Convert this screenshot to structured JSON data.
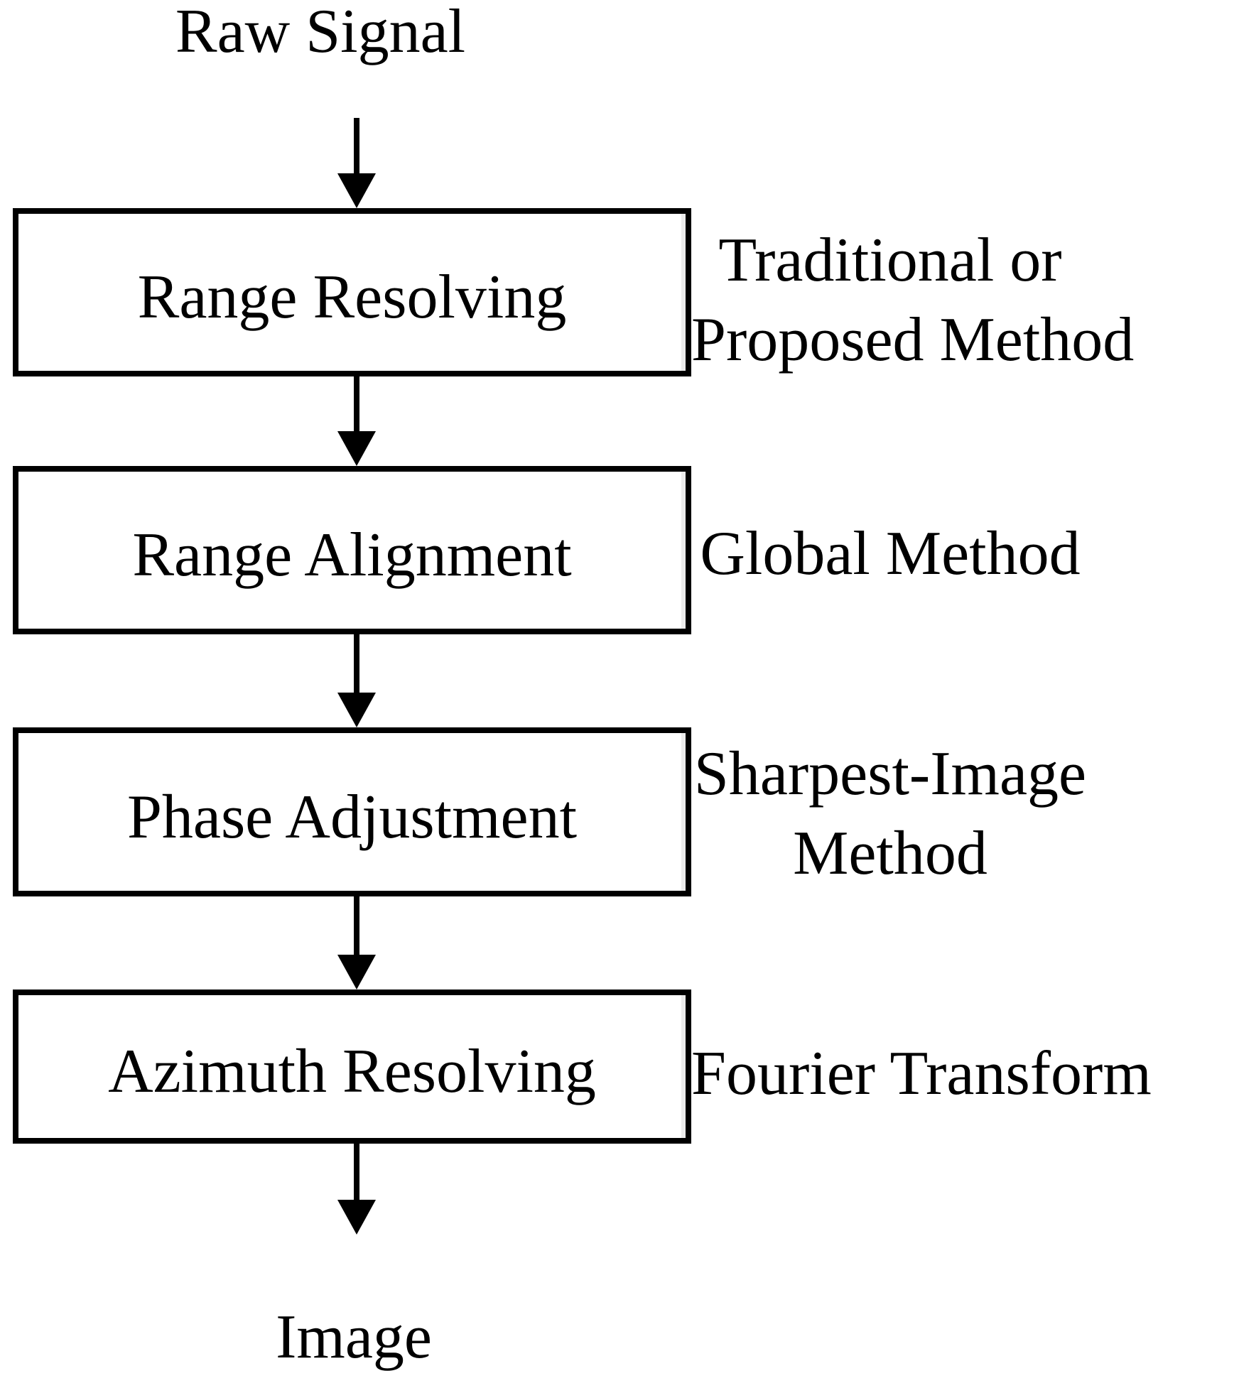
{
  "diagram": {
    "source_label": "Raw Signal",
    "sink_label": "Image",
    "steps": [
      {
        "label": "Range Resolving",
        "method_lines": [
          "Traditional or",
          "Proposed Method"
        ]
      },
      {
        "label": "Range Alignment",
        "method_lines": [
          "Global Method"
        ]
      },
      {
        "label": "Phase Adjustment",
        "method_lines": [
          "Sharpest-Image",
          "Method"
        ]
      },
      {
        "label": "Azimuth Resolving",
        "method_lines": [
          "Fourier Transform"
        ]
      }
    ],
    "colors": {
      "stroke": "#000000",
      "background": "#ffffff",
      "box_fill": "#ffffff"
    }
  }
}
